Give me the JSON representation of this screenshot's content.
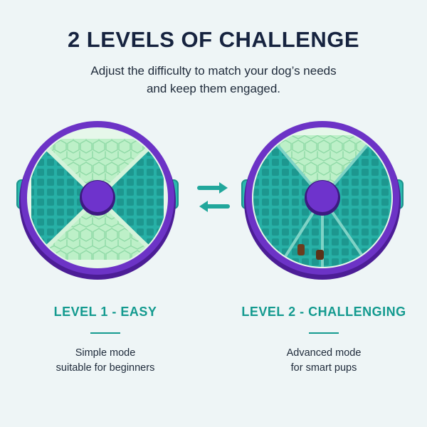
{
  "header": {
    "title": "2 LEVELS OF CHALLENGE",
    "subtitle_line1": "Adjust the difficulty to match your dog’s needs",
    "subtitle_line2": "and keep them engaged."
  },
  "levels": [
    {
      "title": "LEVEL 1 - EASY",
      "desc_line1": "Simple mode",
      "desc_line2": "suitable for beginners"
    },
    {
      "title": "LEVEL 2 - CHALLENGING",
      "desc_line1": "Advanced mode",
      "desc_line2": "for smart pups"
    }
  ],
  "icons": {
    "switch": "swap-arrows-icon",
    "product": "puzzle-feeder-image"
  },
  "colors": {
    "accent": "#139a8f",
    "title": "#16233f",
    "rim": "#6a2fbf",
    "teal": "#25b3a9",
    "mint": "#b8efc4"
  }
}
